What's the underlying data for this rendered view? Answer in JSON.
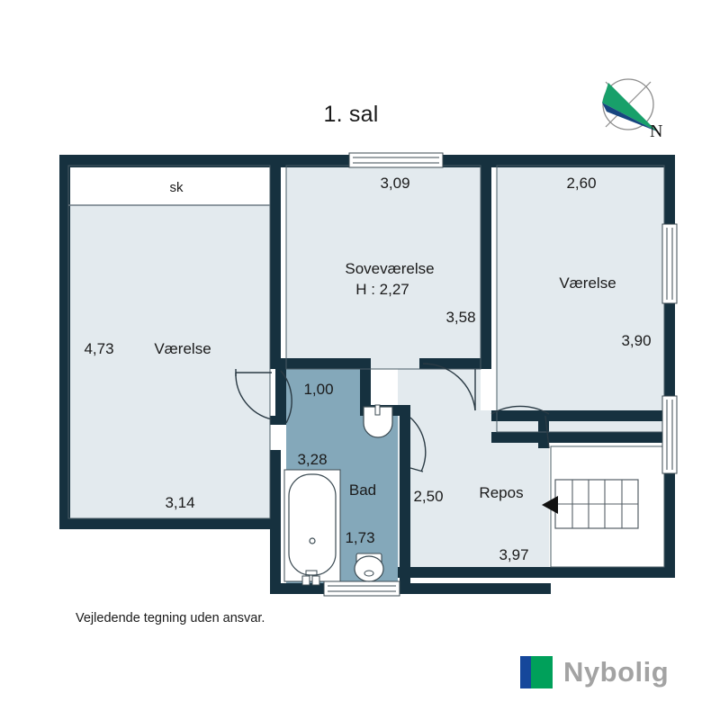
{
  "title": "1. sal",
  "disclaimer": "Vejledende tegning uden ansvar.",
  "compass": {
    "label_n": "N",
    "needle_green": "#18a06a",
    "needle_blue": "#17457f",
    "ring": "#8c8c8c"
  },
  "brand": {
    "name": "Nybolig",
    "mark_blue": "#15479b",
    "mark_green": "#00a05a",
    "text_color": "#a3a3a3"
  },
  "colors": {
    "wall": "#16313f",
    "room_fill": "#e3eaee",
    "bath_fill": "#84a8ba",
    "fixture_fill": "#ffffff",
    "closet_fill": "#ffffff",
    "outline": "#4a5c66",
    "stair_line": "#555f66",
    "arrow": "#111111",
    "text": "#1a1a1a",
    "page_bg": "#ffffff"
  },
  "rooms": [
    {
      "key": "vaerelse_left",
      "name": "Værelse",
      "height_label": ""
    },
    {
      "key": "sovevaerelse",
      "name": "Soveværelse",
      "height_label": "H : 2,27"
    },
    {
      "key": "vaerelse_right",
      "name": "Værelse",
      "height_label": ""
    },
    {
      "key": "bad",
      "name": "Bad",
      "height_label": ""
    },
    {
      "key": "repos",
      "name": "Repos",
      "height_label": ""
    }
  ],
  "closet": {
    "label": "sk"
  },
  "dimensions": {
    "left_room_height": "4,73",
    "left_room_width": "3,14",
    "bedroom_width": "3,09",
    "bedroom_height": "3,58",
    "right_room_width": "2,60",
    "right_room_height": "3,90",
    "bath_top_width": "1,00",
    "bath_height": "3,28",
    "bath_width": "1,73",
    "repos_height": "2,50",
    "repos_width": "3,97"
  },
  "fixtures": [
    {
      "name": "bathtub"
    },
    {
      "name": "sink"
    },
    {
      "name": "toilet"
    },
    {
      "name": "staircase"
    },
    {
      "name": "stair-direction-arrow"
    }
  ]
}
